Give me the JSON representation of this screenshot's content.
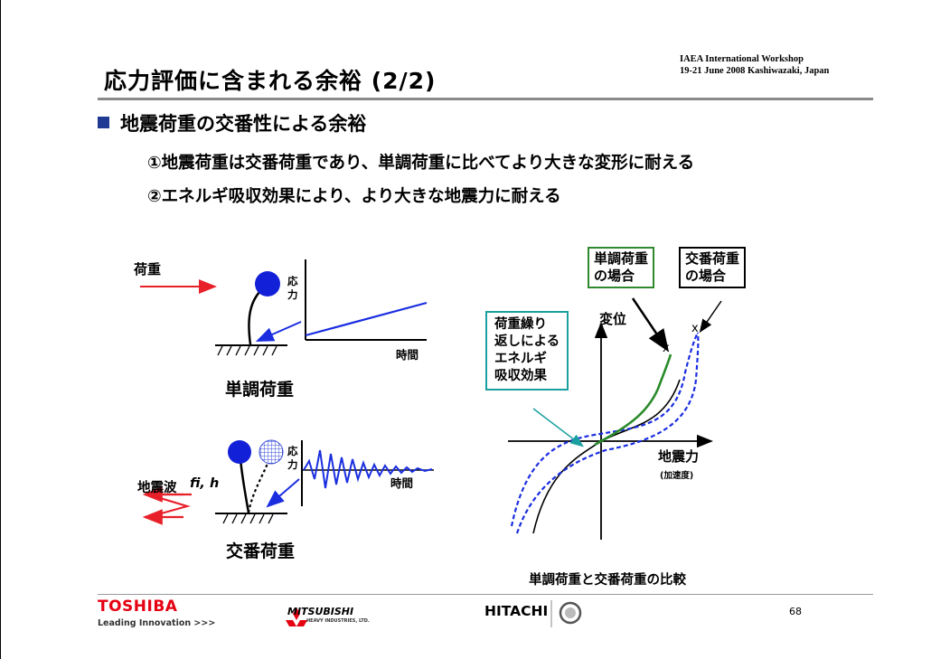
{
  "header": {
    "title": "応力評価に含まれる余裕 (2/2)",
    "workshop_line1": "IAEA International Workshop",
    "workshop_line2": "19-21 June 2008 Kashiwazaki, Japan"
  },
  "content": {
    "heading": "地震荷重の交番性による余裕",
    "item1": "①地震荷重は交番荷重であり、単調荷重に比べてより大きな変形に耐える",
    "item2": "②エネルギ吸収効果により、より大きな地震力に耐える"
  },
  "left_diagram": {
    "load_label": "荷重",
    "stress_label_1": "応",
    "stress_label_2": "力",
    "time_label": "時間",
    "monotonic_caption": "単調荷重",
    "seismic_wave_label": "地震波",
    "params_label": "fi, h",
    "stress_label_b1": "応",
    "stress_label_b2": "力",
    "time_label_b": "時間",
    "alternating_caption": "交番荷重"
  },
  "right_diagram": {
    "box_monotonic_line1": "単調荷重",
    "box_monotonic_line2": "の場合",
    "box_alternating_line1": "交番荷重",
    "box_alternating_line2": "の場合",
    "box_energy_line1": "荷重繰り",
    "box_energy_line2": "返しによる",
    "box_energy_line3": "エネルギ",
    "box_energy_line4": "吸収効果",
    "y_axis_label": "変位",
    "x_axis_label": "地震力",
    "x_axis_sublabel": "(加速度)",
    "failure_mark": "x",
    "caption": "単調荷重と交番荷重の比較"
  },
  "footer": {
    "toshiba": "TOSHIBA",
    "toshiba_tagline": "Leading Innovation >>>",
    "mitsubishi": "MITSUBISHI",
    "mitsubishi_sub": "HEAVY INDUSTRIES, LTD.",
    "hitachi": "HITACHI",
    "page_number": "68"
  },
  "colors": {
    "accent_blue": "#1f3a93",
    "load_arrow_red": "#e8202a",
    "curve_blue": "#1a2ee0",
    "curve_green": "#2a8a2a",
    "box_green": "#2f8a2f",
    "box_teal": "#1aa0a0",
    "toshiba_red": "#e60012"
  }
}
